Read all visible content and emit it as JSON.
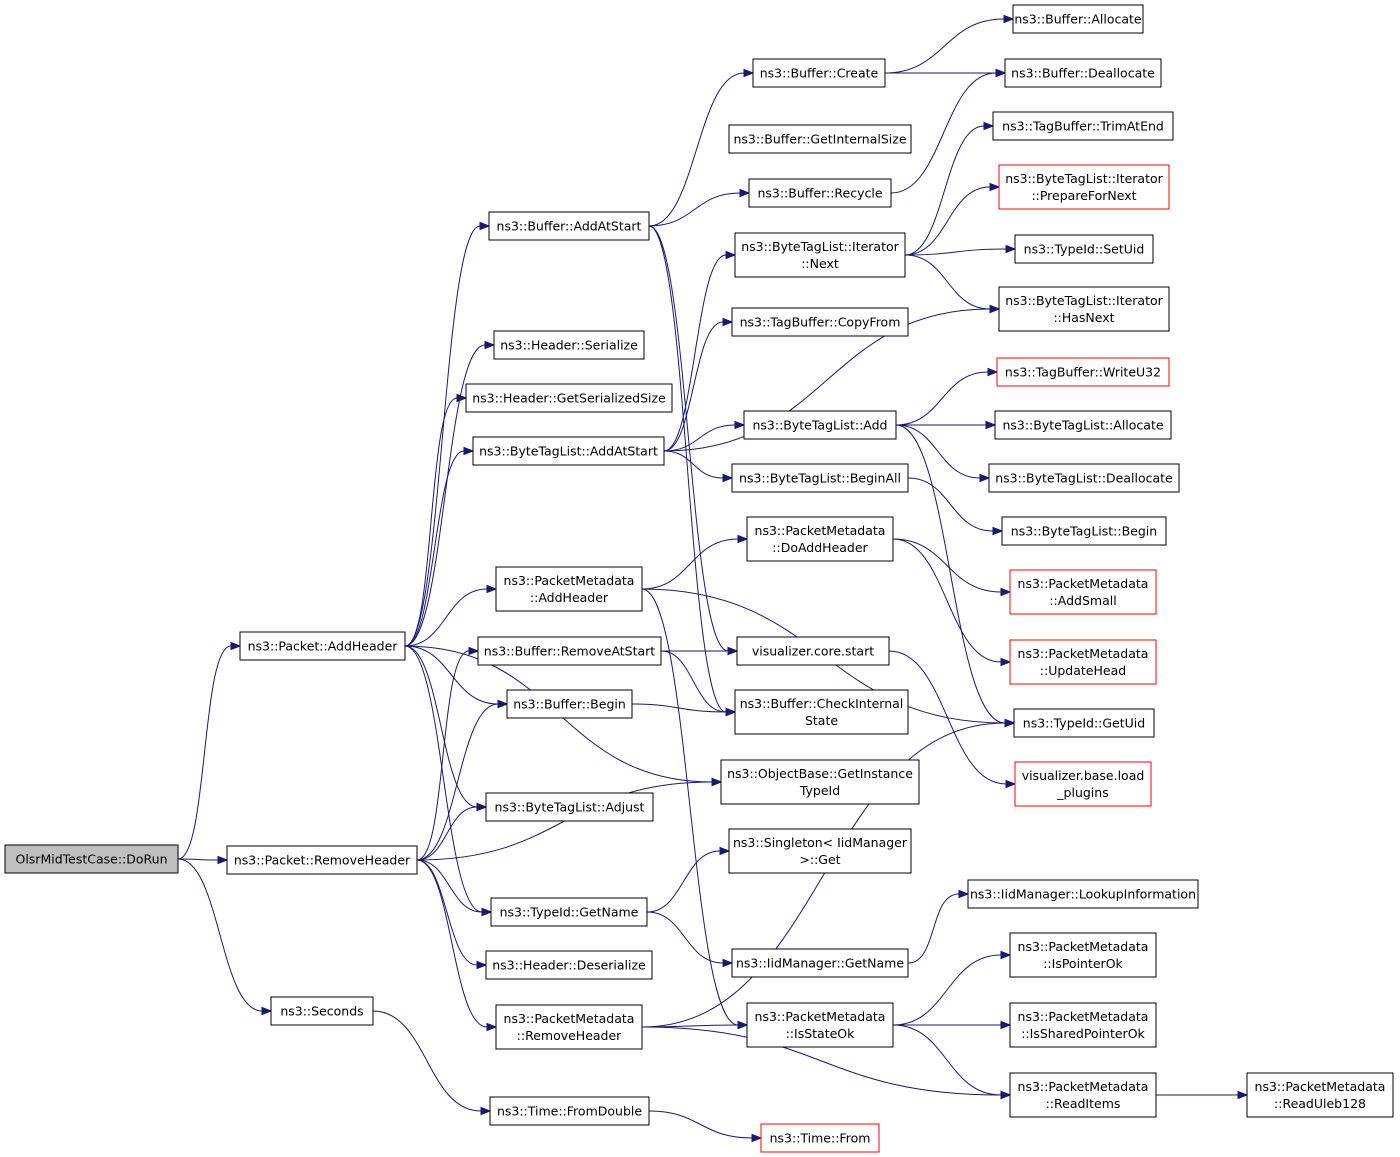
{
  "colors": {
    "edge": "#191970",
    "border_default": "#000000",
    "border_truncated": "#ff0000",
    "root_fill": "#bfbfbf",
    "node_fill": "#ffffff"
  },
  "nodes": {
    "root": {
      "lines": [
        "OlsrMidTestCase::DoRun"
      ],
      "kind": "root"
    },
    "packet_addheader": {
      "lines": [
        "ns3::Packet::AddHeader"
      ],
      "kind": "normal"
    },
    "packet_removeheader": {
      "lines": [
        "ns3::Packet::RemoveHeader"
      ],
      "kind": "normal"
    },
    "seconds": {
      "lines": [
        "ns3::Seconds"
      ],
      "kind": "normal"
    },
    "buffer_addatstart": {
      "lines": [
        "ns3::Buffer::AddAtStart"
      ],
      "kind": "normal"
    },
    "header_serialize": {
      "lines": [
        "ns3::Header::Serialize"
      ],
      "kind": "normal"
    },
    "header_getserializedsize": {
      "lines": [
        "ns3::Header::GetSerializedSize"
      ],
      "kind": "normal"
    },
    "bytetaglist_addatstart": {
      "lines": [
        "ns3::ByteTagList::AddAtStart"
      ],
      "kind": "normal"
    },
    "pm_addheader": {
      "lines": [
        "ns3::PacketMetadata",
        "::AddHeader"
      ],
      "kind": "normal"
    },
    "buffer_removeatstart": {
      "lines": [
        "ns3::Buffer::RemoveAtStart"
      ],
      "kind": "normal"
    },
    "buffer_begin": {
      "lines": [
        "ns3::Buffer::Begin"
      ],
      "kind": "normal"
    },
    "bytetaglist_adjust": {
      "lines": [
        "ns3::ByteTagList::Adjust"
      ],
      "kind": "normal"
    },
    "typeid_getname": {
      "lines": [
        "ns3::TypeId::GetName"
      ],
      "kind": "normal"
    },
    "header_deserialize": {
      "lines": [
        "ns3::Header::Deserialize"
      ],
      "kind": "normal"
    },
    "pm_removeheader": {
      "lines": [
        "ns3::PacketMetadata",
        "::RemoveHeader"
      ],
      "kind": "normal"
    },
    "time_fromdouble": {
      "lines": [
        "ns3::Time::FromDouble"
      ],
      "kind": "normal"
    },
    "buffer_create": {
      "lines": [
        "ns3::Buffer::Create"
      ],
      "kind": "normal"
    },
    "buffer_getinternalsize": {
      "lines": [
        "ns3::Buffer::GetInternalSize"
      ],
      "kind": "normal"
    },
    "buffer_recycle": {
      "lines": [
        "ns3::Buffer::Recycle"
      ],
      "kind": "normal"
    },
    "btl_iter_next": {
      "lines": [
        "ns3::ByteTagList::Iterator",
        "::Next"
      ],
      "kind": "normal"
    },
    "tagbuffer_copyfrom": {
      "lines": [
        "ns3::TagBuffer::CopyFrom"
      ],
      "kind": "normal"
    },
    "bytetaglist_add": {
      "lines": [
        "ns3::ByteTagList::Add"
      ],
      "kind": "normal"
    },
    "bytetaglist_beginall": {
      "lines": [
        "ns3::ByteTagList::BeginAll"
      ],
      "kind": "normal"
    },
    "pm_doaddheader": {
      "lines": [
        "ns3::PacketMetadata",
        "::DoAddHeader"
      ],
      "kind": "normal"
    },
    "vis_core_start": {
      "lines": [
        "visualizer.core.start"
      ],
      "kind": "normal"
    },
    "buffer_checkinternalstate": {
      "lines": [
        "ns3::Buffer::CheckInternal",
        "State"
      ],
      "kind": "normal"
    },
    "objectbase_getinstancetypeid": {
      "lines": [
        "ns3::ObjectBase::GetInstance",
        "TypeId"
      ],
      "kind": "normal"
    },
    "singleton_get": {
      "lines": [
        "ns3::Singleton< IidManager",
        ">::Get"
      ],
      "kind": "normal"
    },
    "iidmanager_getname": {
      "lines": [
        "ns3::IidManager::GetName"
      ],
      "kind": "normal"
    },
    "pm_isstateok": {
      "lines": [
        "ns3::PacketMetadata",
        "::IsStateOk"
      ],
      "kind": "normal"
    },
    "time_from": {
      "lines": [
        "ns3::Time::From"
      ],
      "kind": "truncated"
    },
    "buffer_allocate": {
      "lines": [
        "ns3::Buffer::Allocate"
      ],
      "kind": "normal"
    },
    "buffer_deallocate": {
      "lines": [
        "ns3::Buffer::Deallocate"
      ],
      "kind": "normal"
    },
    "tagbuffer_trimatend": {
      "lines": [
        "ns3::TagBuffer::TrimAtEnd"
      ],
      "kind": "normal"
    },
    "btl_iter_preparefornext": {
      "lines": [
        "ns3::ByteTagList::Iterator",
        "::PrepareForNext"
      ],
      "kind": "truncated"
    },
    "typeid_setuid": {
      "lines": [
        "ns3::TypeId::SetUid"
      ],
      "kind": "normal"
    },
    "btl_iter_hasnext": {
      "lines": [
        "ns3::ByteTagList::Iterator",
        "::HasNext"
      ],
      "kind": "normal"
    },
    "tagbuffer_writeu32": {
      "lines": [
        "ns3::TagBuffer::WriteU32"
      ],
      "kind": "truncated"
    },
    "bytetaglist_allocate": {
      "lines": [
        "ns3::ByteTagList::Allocate"
      ],
      "kind": "normal"
    },
    "bytetaglist_deallocate": {
      "lines": [
        "ns3::ByteTagList::Deallocate"
      ],
      "kind": "normal"
    },
    "bytetaglist_begin": {
      "lines": [
        "ns3::ByteTagList::Begin"
      ],
      "kind": "normal"
    },
    "pm_addsmall": {
      "lines": [
        "ns3::PacketMetadata",
        "::AddSmall"
      ],
      "kind": "truncated"
    },
    "pm_updatehead": {
      "lines": [
        "ns3::PacketMetadata",
        "::UpdateHead"
      ],
      "kind": "truncated"
    },
    "typeid_getuid": {
      "lines": [
        "ns3::TypeId::GetUid"
      ],
      "kind": "normal"
    },
    "vis_base_loadplugins": {
      "lines": [
        "visualizer.base.load",
        "_plugins"
      ],
      "kind": "truncated"
    },
    "iidmanager_lookupinformation": {
      "lines": [
        "ns3::IidManager::LookupInformation"
      ],
      "kind": "normal"
    },
    "pm_ispointerok": {
      "lines": [
        "ns3::PacketMetadata",
        "::IsPointerOk"
      ],
      "kind": "normal"
    },
    "pm_issharedpointerok": {
      "lines": [
        "ns3::PacketMetadata",
        "::IsSharedPointerOk"
      ],
      "kind": "normal"
    },
    "pm_readitems": {
      "lines": [
        "ns3::PacketMetadata",
        "::ReadItems"
      ],
      "kind": "normal"
    },
    "pm_readuleb128": {
      "lines": [
        "ns3::PacketMetadata",
        "::ReadUleb128"
      ],
      "kind": "normal"
    }
  },
  "edges": [
    [
      "root",
      "packet_addheader"
    ],
    [
      "root",
      "packet_removeheader"
    ],
    [
      "root",
      "seconds"
    ],
    [
      "packet_addheader",
      "buffer_addatstart"
    ],
    [
      "packet_addheader",
      "header_serialize"
    ],
    [
      "packet_addheader",
      "header_getserializedsize"
    ],
    [
      "packet_addheader",
      "bytetaglist_addatstart"
    ],
    [
      "packet_addheader",
      "pm_addheader"
    ],
    [
      "packet_addheader",
      "buffer_begin"
    ],
    [
      "packet_addheader",
      "objectbase_getinstancetypeid"
    ],
    [
      "packet_addheader",
      "bytetaglist_adjust"
    ],
    [
      "packet_addheader",
      "typeid_getname"
    ],
    [
      "packet_removeheader",
      "buffer_removeatstart"
    ],
    [
      "packet_removeheader",
      "buffer_begin"
    ],
    [
      "packet_removeheader",
      "bytetaglist_adjust"
    ],
    [
      "packet_removeheader",
      "objectbase_getinstancetypeid"
    ],
    [
      "packet_removeheader",
      "typeid_getname"
    ],
    [
      "packet_removeheader",
      "header_deserialize"
    ],
    [
      "packet_removeheader",
      "pm_removeheader"
    ],
    [
      "seconds",
      "time_fromdouble"
    ],
    [
      "time_fromdouble",
      "time_from"
    ],
    [
      "buffer_addatstart",
      "buffer_create"
    ],
    [
      "buffer_addatstart",
      "buffer_recycle"
    ],
    [
      "buffer_addatstart",
      "vis_core_start"
    ],
    [
      "buffer_addatstart",
      "buffer_checkinternalstate"
    ],
    [
      "buffer_create",
      "buffer_allocate"
    ],
    [
      "buffer_create",
      "buffer_deallocate"
    ],
    [
      "buffer_recycle",
      "buffer_deallocate"
    ],
    [
      "bytetaglist_addatstart",
      "btl_iter_next"
    ],
    [
      "bytetaglist_addatstart",
      "tagbuffer_copyfrom"
    ],
    [
      "bytetaglist_addatstart",
      "btl_iter_hasnext"
    ],
    [
      "bytetaglist_addatstart",
      "bytetaglist_add"
    ],
    [
      "bytetaglist_addatstart",
      "bytetaglist_beginall"
    ],
    [
      "btl_iter_next",
      "tagbuffer_trimatend"
    ],
    [
      "btl_iter_next",
      "btl_iter_preparefornext"
    ],
    [
      "btl_iter_next",
      "typeid_setuid"
    ],
    [
      "btl_iter_next",
      "btl_iter_hasnext"
    ],
    [
      "bytetaglist_add",
      "tagbuffer_writeu32"
    ],
    [
      "bytetaglist_add",
      "bytetaglist_allocate"
    ],
    [
      "bytetaglist_add",
      "bytetaglist_deallocate"
    ],
    [
      "bytetaglist_add",
      "typeid_getuid"
    ],
    [
      "bytetaglist_beginall",
      "bytetaglist_begin"
    ],
    [
      "pm_addheader",
      "pm_doaddheader"
    ],
    [
      "pm_addheader",
      "typeid_getuid"
    ],
    [
      "pm_addheader",
      "pm_isstateok"
    ],
    [
      "pm_doaddheader",
      "pm_addsmall"
    ],
    [
      "pm_doaddheader",
      "pm_updatehead"
    ],
    [
      "buffer_removeatstart",
      "vis_core_start"
    ],
    [
      "buffer_removeatstart",
      "buffer_checkinternalstate"
    ],
    [
      "buffer_begin",
      "buffer_checkinternalstate"
    ],
    [
      "vis_core_start",
      "vis_base_loadplugins"
    ],
    [
      "typeid_getname",
      "singleton_get"
    ],
    [
      "typeid_getname",
      "iidmanager_getname"
    ],
    [
      "iidmanager_getname",
      "iidmanager_lookupinformation"
    ],
    [
      "pm_removeheader",
      "typeid_getuid"
    ],
    [
      "pm_removeheader",
      "pm_isstateok"
    ],
    [
      "pm_removeheader",
      "pm_readitems"
    ],
    [
      "pm_isstateok",
      "pm_ispointerok"
    ],
    [
      "pm_isstateok",
      "pm_issharedpointerok"
    ],
    [
      "pm_isstateok",
      "pm_readitems"
    ],
    [
      "pm_readitems",
      "pm_readuleb128"
    ]
  ]
}
